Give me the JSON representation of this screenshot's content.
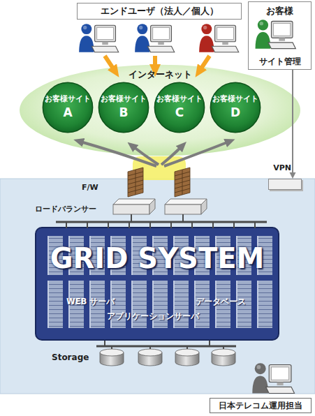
{
  "diagram": {
    "nodes": [
      {
        "text": [
          "エンドユーザ（法人／個人）"
        ]
      },
      {
        "text": [
          "お客様",
          "サイト管理"
        ]
      },
      {
        "text": [
          "インターネット"
        ]
      },
      {
        "text": [
          "お客様サイト",
          "A"
        ],
        "in": 2
      },
      {
        "text": [
          "お客様サイト",
          "B"
        ],
        "in": 2
      },
      {
        "text": [
          "お客様サイト",
          "C"
        ],
        "in": 2
      },
      {
        "text": [
          "お客様サイト",
          "D"
        ],
        "in": 2
      },
      {
        "text": [
          "VPN"
        ]
      },
      {
        "text": [
          "GRID SYSTEM",
          "WEB サーバ",
          "データベース",
          "アプリケーションサーバ"
        ]
      },
      {
        "text": [
          "日本テレコム運用担当"
        ]
      }
    ],
    "edges": [
      {
        "from": 1,
        "to": 7,
        "arrow": "to"
      }
    ],
    "labels": [
      "F/W",
      "ロードバランサー",
      "Storage"
    ]
  }
}
